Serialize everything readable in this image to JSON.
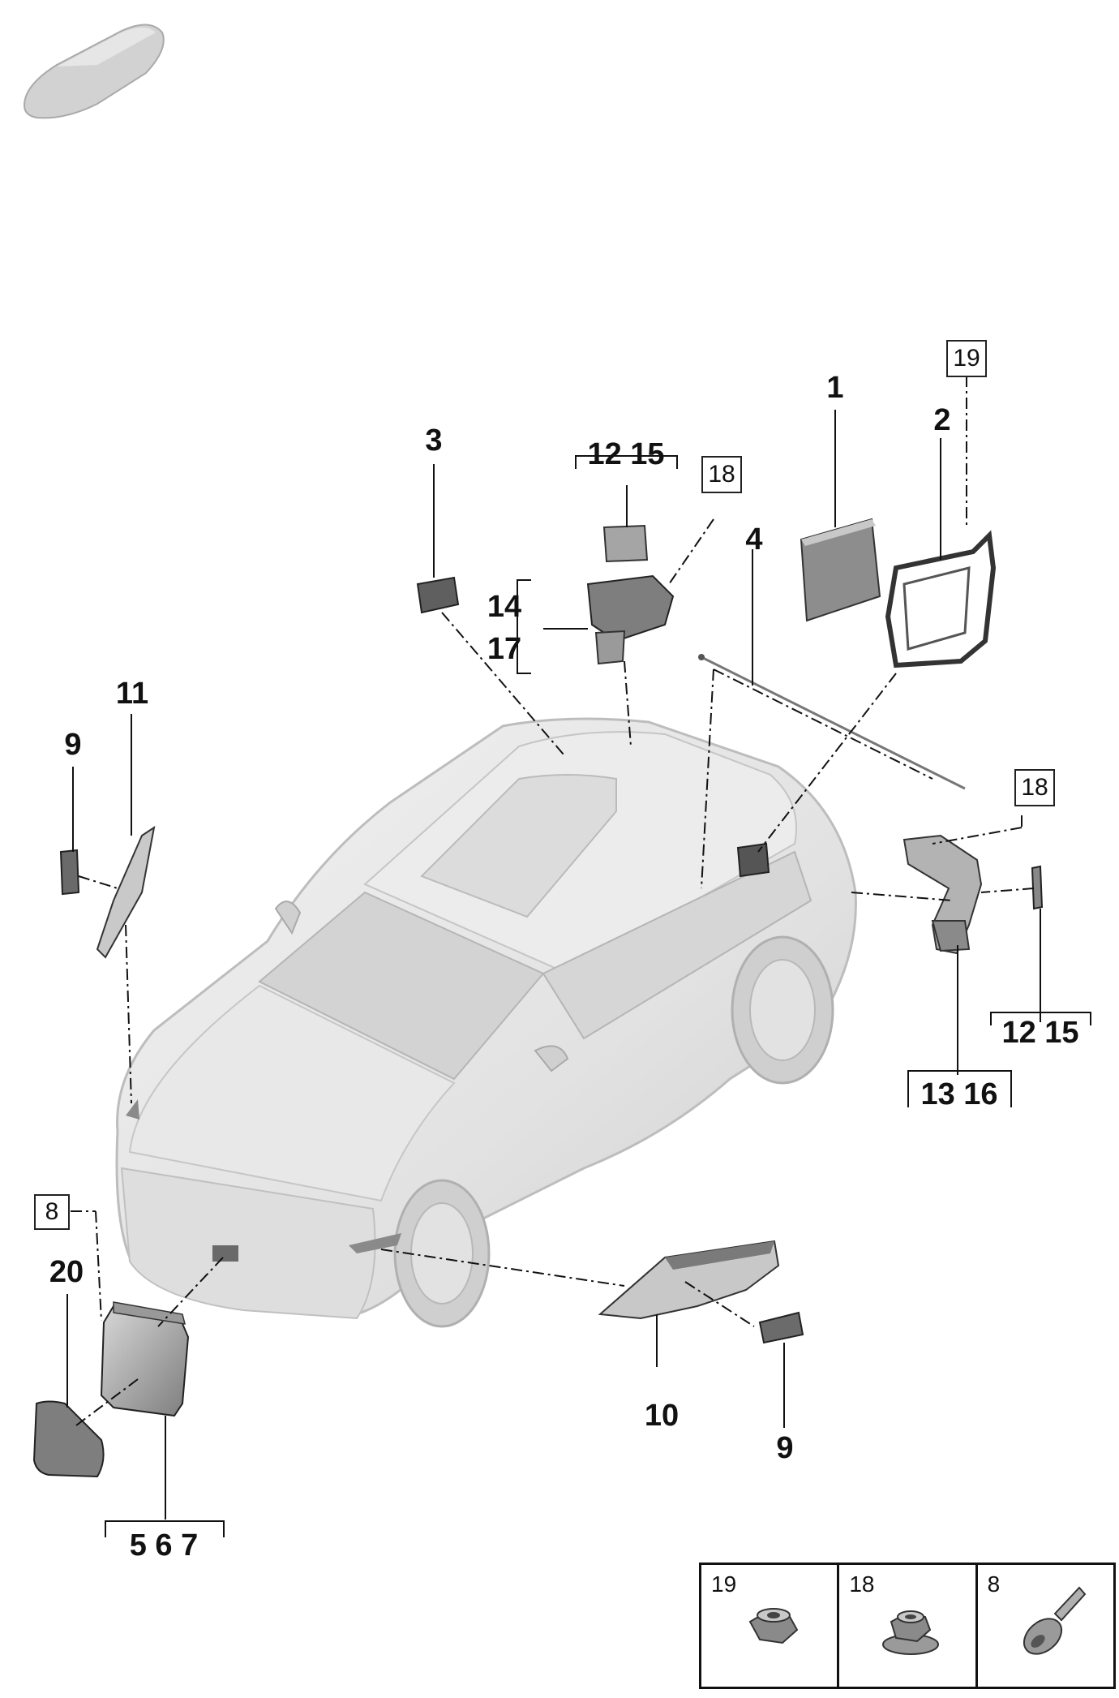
{
  "callouts": {
    "p1": "1",
    "p2": "2",
    "p3": "3",
    "p4": "4",
    "p9_left": "9",
    "p9_bottom": "9",
    "p10": "10",
    "p11": "11",
    "p20": "20",
    "g12_15_top": "12  15",
    "g14": "14",
    "g17": "17",
    "g12_15_right": "12  15",
    "g13_16": "13  16",
    "g5_6_7": "5  6  7"
  },
  "boxed_refs": {
    "r19": "19",
    "r18_top": "18",
    "r18_right": "18",
    "r8": "8"
  },
  "hardware_legend": [
    {
      "number": "19",
      "icon": "hex-collar-nut-icon"
    },
    {
      "number": "18",
      "icon": "flange-nut-icon"
    },
    {
      "number": "8",
      "icon": "torx-bolt-icon"
    }
  ],
  "colors": {
    "line": "#111111",
    "car_body": "#e6e6e6",
    "car_shadow": "#c9c9c9",
    "parts": "#9a9a9a",
    "parts_dark": "#5a5a5a"
  }
}
